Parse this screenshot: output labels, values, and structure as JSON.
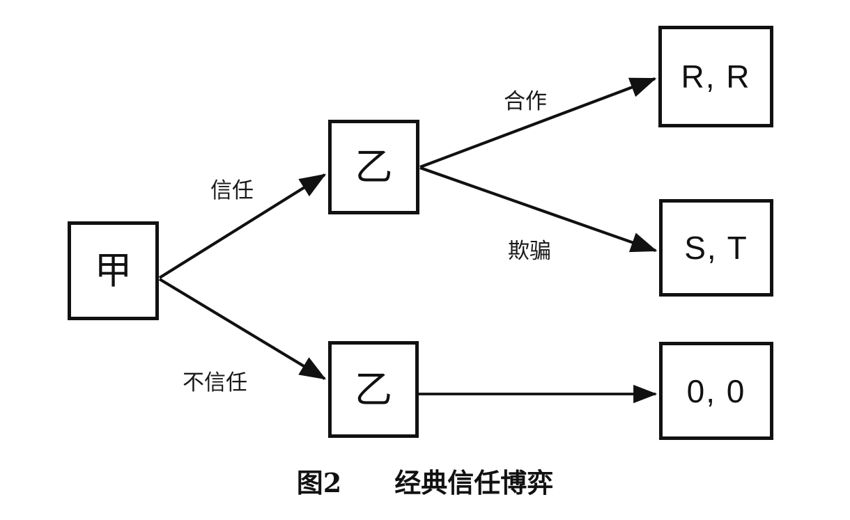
{
  "figure": {
    "caption_number": "图2",
    "caption_gap": "　　",
    "caption_title": "经典信任博弈",
    "caption_full": "图2　　经典信任博弈",
    "background_color": "#ffffff",
    "stroke_color": "#111111",
    "text_color": "#111111"
  },
  "nodes": {
    "root": {
      "label": "甲",
      "kind": "decision-node"
    },
    "upper_second": {
      "label": "乙",
      "kind": "decision-node"
    },
    "lower_second": {
      "label": "乙",
      "kind": "decision-node"
    },
    "payoff_cooperate": {
      "label": "R, R",
      "kind": "terminal-node"
    },
    "payoff_defect": {
      "label": "S, T",
      "kind": "terminal-node"
    },
    "payoff_distrust": {
      "label": "0, 0",
      "kind": "terminal-node"
    }
  },
  "edges": [
    {
      "id": "trust",
      "label": "信任",
      "from": "root",
      "to": "upper_second"
    },
    {
      "id": "distrust",
      "label": "不信任",
      "from": "root",
      "to": "lower_second"
    },
    {
      "id": "cooperate",
      "label": "合作",
      "from": "upper_second",
      "to": "payoff_cooperate"
    },
    {
      "id": "deceive",
      "label": "欺骗",
      "from": "upper_second",
      "to": "payoff_defect"
    },
    {
      "id": "end",
      "label": "",
      "from": "lower_second",
      "to": "payoff_distrust"
    }
  ],
  "chart_data": {
    "type": "diagram",
    "title": "图2　经典信任博弈",
    "structure": "extensive-form game tree",
    "players": [
      "甲",
      "乙"
    ],
    "paths": [
      {
        "actions": [
          "信任",
          "合作"
        ],
        "payoff": "R, R"
      },
      {
        "actions": [
          "信任",
          "欺骗"
        ],
        "payoff": "S, T"
      },
      {
        "actions": [
          "不信任"
        ],
        "payoff": "0, 0"
      }
    ]
  }
}
